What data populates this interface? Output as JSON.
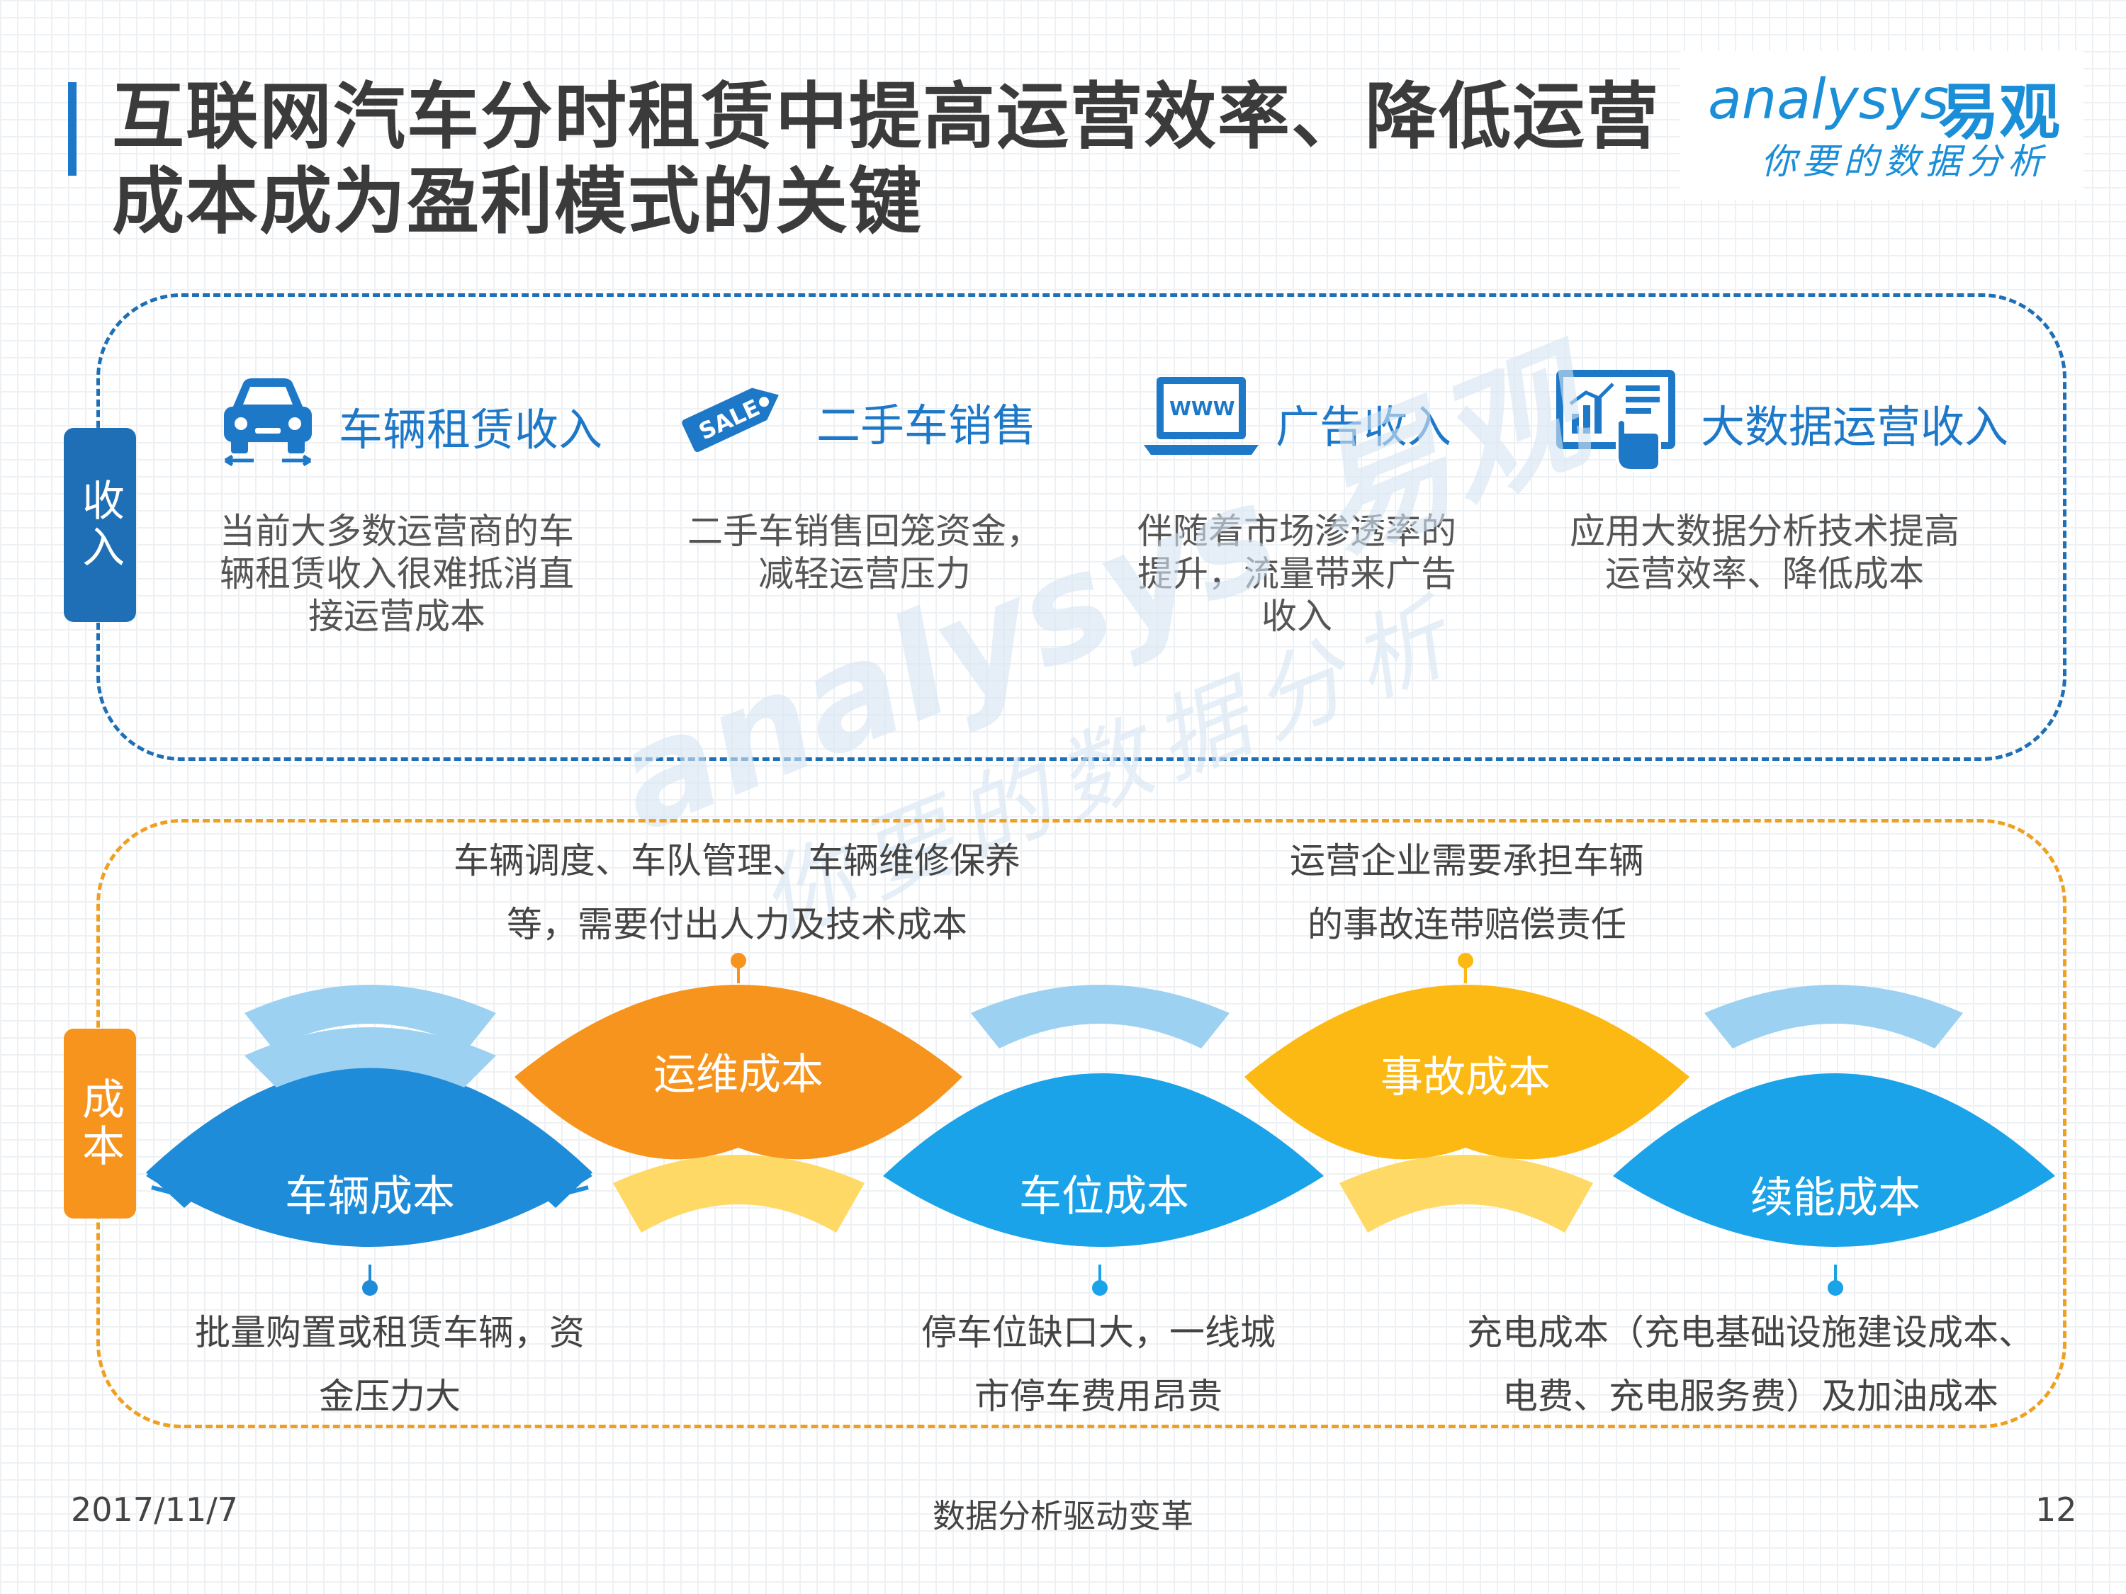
{
  "header": {
    "title": "互联网汽车分时租赁中提高运营效率、降低运营成本成为盈利模式的关键"
  },
  "logo": {
    "brand": "analysys",
    "brand_cn": "易观",
    "tagline": "你要的数据分析"
  },
  "income": {
    "label": "收入",
    "items": [
      {
        "title": "车辆租赁收入",
        "icon": "car-icon",
        "desc": "当前大多数运营商的车辆租赁收入很难抵消直接运营成本"
      },
      {
        "title": "二手车销售",
        "icon": "sale-tag-icon",
        "desc": "二手车销售回笼资金，减轻运营压力"
      },
      {
        "title": "广告收入",
        "icon": "www-laptop-icon",
        "desc": "伴随着市场渗透率的提升，流量带来广告收入"
      },
      {
        "title": "大数据运营收入",
        "icon": "data-tablet-icon",
        "desc": "应用大数据分析技术提高运营效率、降低成本"
      }
    ]
  },
  "cost": {
    "label": "成本",
    "items": [
      {
        "title": "车辆成本",
        "desc": "批量购置或租赁车辆，资金压力大"
      },
      {
        "title": "运维成本",
        "desc": "车辆调度、车队管理、车辆维修保养等，需要付出人力及技术成本"
      },
      {
        "title": "车位成本",
        "desc": "停车位缺口大，一线城市停车费用昂贵"
      },
      {
        "title": "事故成本",
        "desc": "运营企业需要承担车辆的事故连带赔偿责任"
      },
      {
        "title": "续能成本",
        "desc": "充电成本（充电基础设施建设成本、电费、充电服务费）及加油成本"
      }
    ]
  },
  "colors": {
    "primary_blue": "#1E78C8",
    "light_blue": "#9DD1F2",
    "orange": "#F7941D",
    "yellow": "#FDB913",
    "light_yellow": "#FFD966"
  },
  "footer": {
    "date": "2017/11/7",
    "center": "数据分析驱动变革",
    "page": "12"
  }
}
